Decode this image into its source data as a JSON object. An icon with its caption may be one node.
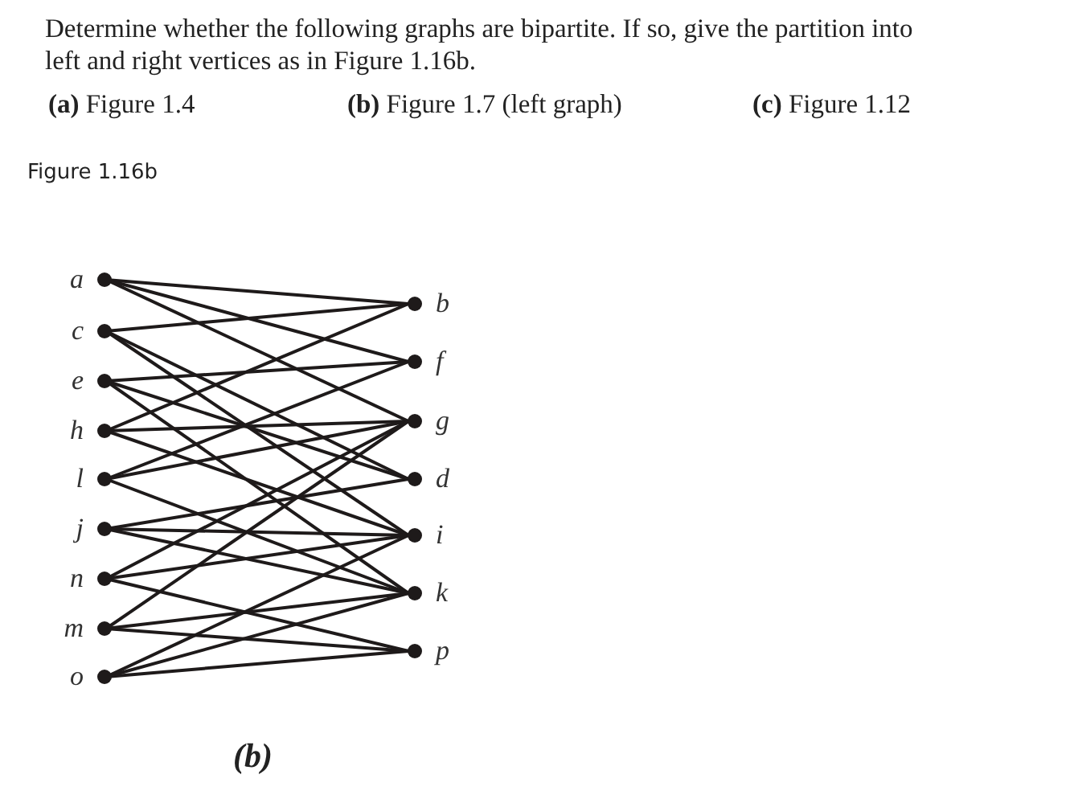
{
  "diagram": {
    "nodes": [
      {
        "text": [
          "a"
        ]
      },
      {
        "text": [
          "c"
        ]
      },
      {
        "text": [
          "e"
        ]
      },
      {
        "text": [
          "h"
        ]
      },
      {
        "text": [
          "l"
        ]
      },
      {
        "text": [
          "j"
        ]
      },
      {
        "text": [
          "n"
        ]
      },
      {
        "text": [
          "m"
        ]
      },
      {
        "text": [
          "o"
        ]
      },
      {
        "text": [
          "b"
        ]
      },
      {
        "text": [
          "f"
        ]
      },
      {
        "text": [
          "g"
        ]
      },
      {
        "text": [
          "d"
        ]
      },
      {
        "text": [
          "i"
        ]
      },
      {
        "text": [
          "k"
        ]
      },
      {
        "text": [
          "p"
        ]
      }
    ],
    "edges": [
      {
        "from": 0,
        "to": 9,
        "arrow": "none"
      },
      {
        "from": 0,
        "to": 10,
        "arrow": "none"
      },
      {
        "from": 0,
        "to": 11,
        "arrow": "none"
      },
      {
        "from": 1,
        "to": 9,
        "arrow": "none"
      },
      {
        "from": 1,
        "to": 12,
        "arrow": "none"
      },
      {
        "from": 1,
        "to": 13,
        "arrow": "none"
      },
      {
        "from": 2,
        "to": 10,
        "arrow": "none"
      },
      {
        "from": 2,
        "to": 12,
        "arrow": "none"
      },
      {
        "from": 2,
        "to": 14,
        "arrow": "none"
      },
      {
        "from": 3,
        "to": 9,
        "arrow": "none"
      },
      {
        "from": 3,
        "to": 11,
        "arrow": "none"
      },
      {
        "from": 3,
        "to": 13,
        "arrow": "none"
      },
      {
        "from": 4,
        "to": 10,
        "arrow": "none"
      },
      {
        "from": 4,
        "to": 11,
        "arrow": "none"
      },
      {
        "from": 4,
        "to": 14,
        "arrow": "none"
      },
      {
        "from": 5,
        "to": 12,
        "arrow": "none"
      },
      {
        "from": 5,
        "to": 13,
        "arrow": "none"
      },
      {
        "from": 5,
        "to": 14,
        "arrow": "none"
      },
      {
        "from": 6,
        "to": 11,
        "arrow": "none"
      },
      {
        "from": 6,
        "to": 13,
        "arrow": "none"
      },
      {
        "from": 6,
        "to": 15,
        "arrow": "none"
      },
      {
        "from": 7,
        "to": 11,
        "arrow": "none"
      },
      {
        "from": 7,
        "to": 14,
        "arrow": "none"
      },
      {
        "from": 7,
        "to": 15,
        "arrow": "none"
      },
      {
        "from": 8,
        "to": 13,
        "arrow": "none"
      },
      {
        "from": 8,
        "to": 14,
        "arrow": "none"
      },
      {
        "from": 8,
        "to": 15,
        "arrow": "none"
      }
    ],
    "labels": [
      "Determine whether the following graphs are bipartite. If so, give the partition into left and right vertices as in Figure 1.16b.",
      "**(a)** Figure 1.4",
      "**(b)** Figure 1.7 (left graph)",
      "**(c)** Figure 1.12",
      "Figure 1.16b",
      "(b)"
    ]
  }
}
